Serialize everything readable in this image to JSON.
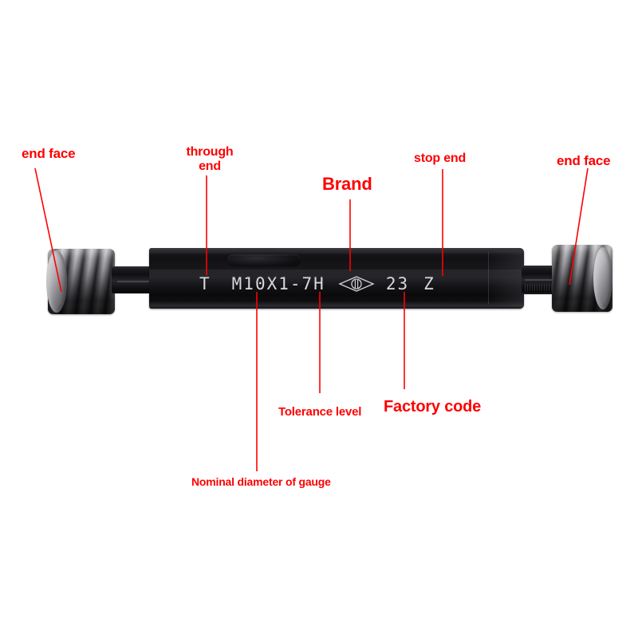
{
  "figure": {
    "subject": "thread plug gauge",
    "background_color": "#ffffff",
    "annotation_color": "#fe0000"
  },
  "annotations": [
    {
      "id": "end-face-left",
      "label": "end face"
    },
    {
      "id": "through-end",
      "label": "through\nend"
    },
    {
      "id": "brand",
      "label": "Brand"
    },
    {
      "id": "stop-end",
      "label": "stop end"
    },
    {
      "id": "end-face-right",
      "label": "end face"
    },
    {
      "id": "tolerance-level",
      "label": "Tolerance level"
    },
    {
      "id": "factory-code",
      "label": "Factory code"
    },
    {
      "id": "nominal-diameter",
      "label": "Nominal diameter of gauge"
    }
  ],
  "gauge_marking": {
    "through_mark": "T",
    "thread_spec": "M10X1-7H",
    "brand_logo": "diamond-logo",
    "factory_code": "23",
    "stop_mark": "Z",
    "full_text": "T  M10X1-7H  ◇  23  Z"
  }
}
